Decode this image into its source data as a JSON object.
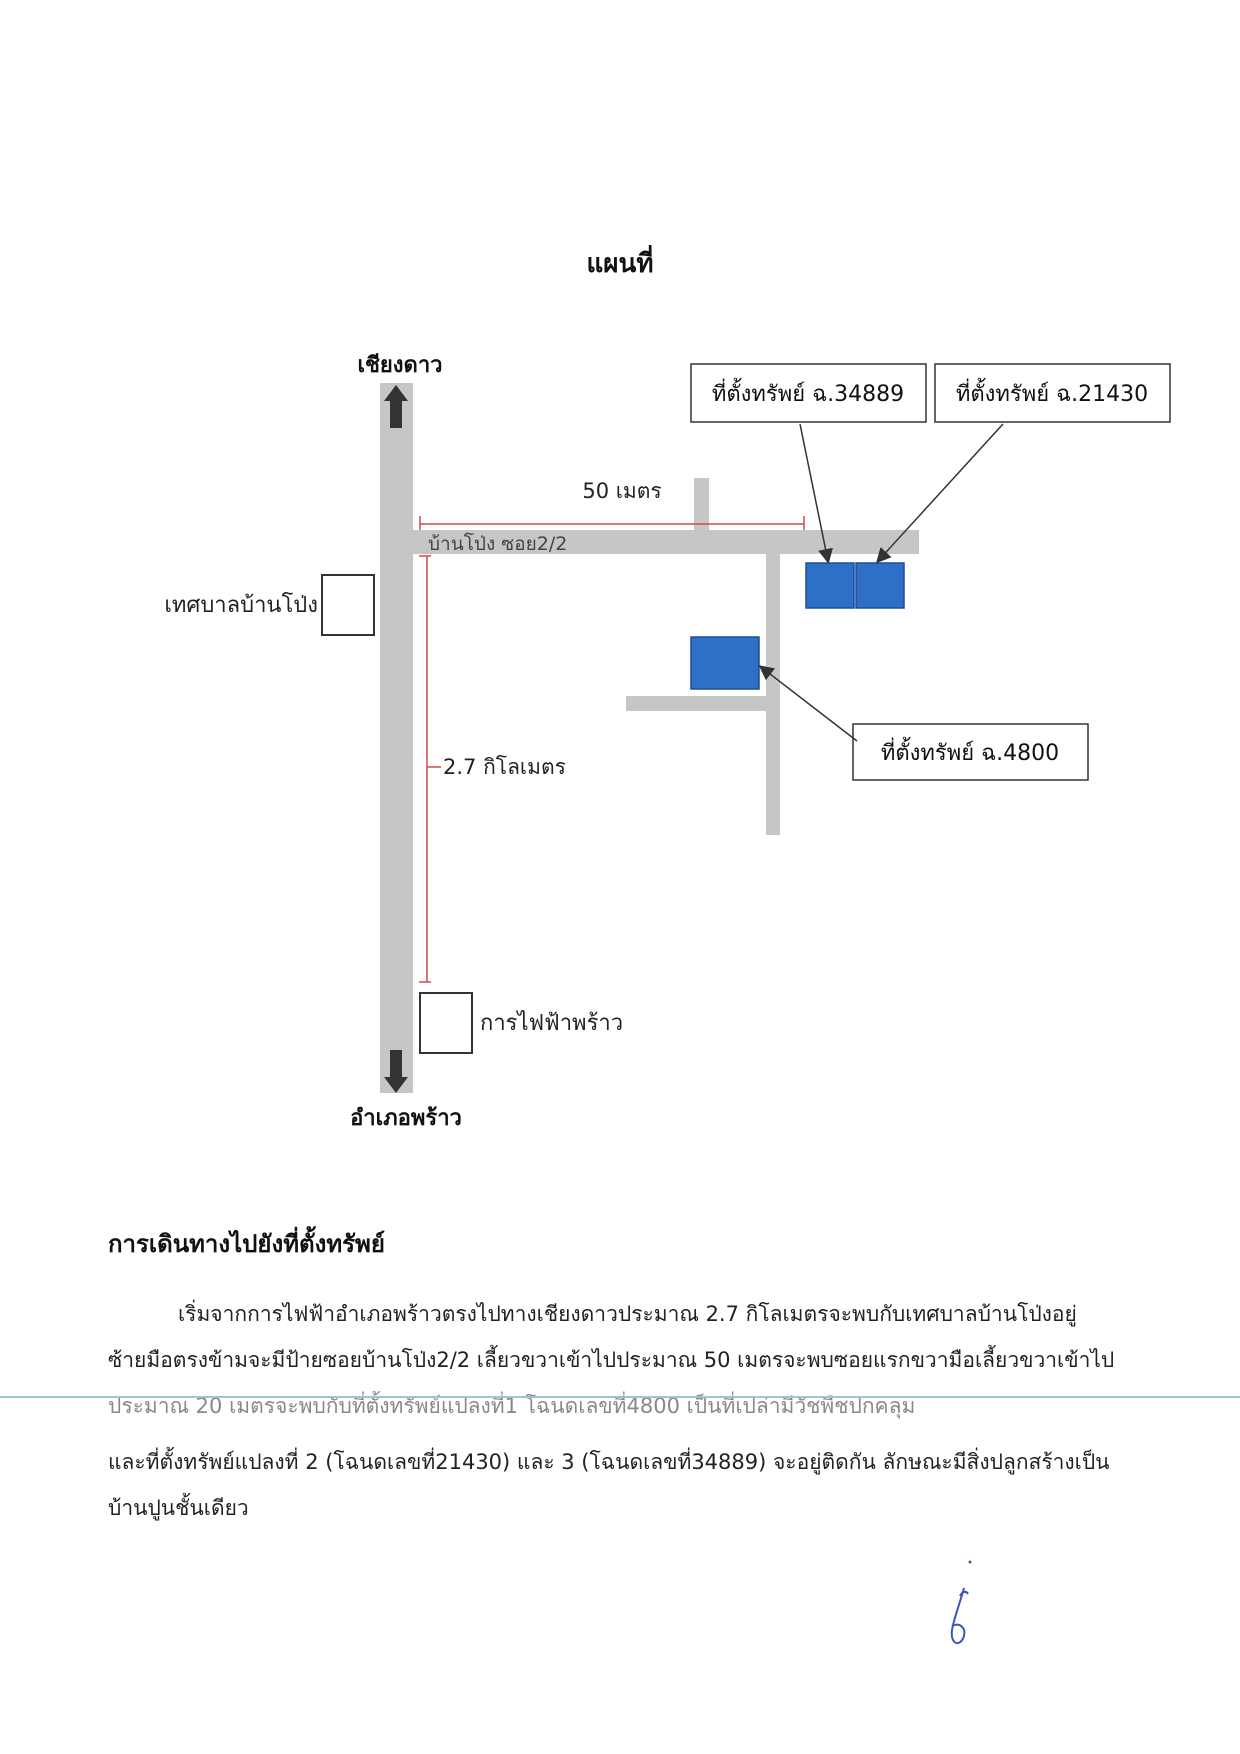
{
  "map": {
    "title": "แผนที่",
    "north_label": "เชียงดาว",
    "south_label": "อำเภอพร้าว",
    "soi_label": "บ้านโป่ง ซอย2/2",
    "distance_soi": "50 เมตร",
    "distance_main": "2.7 กิโลเมตร",
    "landmark_municipality": "เทศบาลบ้านโป่ง",
    "landmark_electric": "การไฟฟ้าพร้าว",
    "callouts": [
      "ที่ตั้งทรัพย์ ฉ.34889",
      "ที่ตั้งทรัพย์ ฉ.21430",
      "ที่ตั้งทรัพย์ ฉ.4800"
    ],
    "colors": {
      "road": "#c6c6c6",
      "parcel": "#2e6fc7",
      "dimension": "#d04a4a",
      "arrow": "#333333"
    },
    "icons": [
      "arrow-up-icon",
      "arrow-down-icon"
    ]
  },
  "route": {
    "heading": "การเดินทางไปยังที่ตั้งทรัพย์",
    "line1": "เริ่มจากการไฟฟ้าอำเภอพร้าวตรงไปทางเชียงดาวประมาณ 2.7 กิโลเมตรจะพบกับเทศบาลบ้านโป่งอยู่",
    "line2": "ซ้ายมือตรงข้ามจะมีป้ายซอยบ้านโป่ง2/2 เลี้ยวขวาเข้าไปประมาณ 50 เมตรจะพบซอยแรกขวามือเลี้ยวขวาเข้าไป",
    "line3": "ประมาณ 20 เมตรจะพบกับที่ตั้งทรัพย์แปลงที่1 โฉนดเลขที่4800 เป็นที่เปล่ามีวัชพืชปกคลุม",
    "line4": "และที่ตั้งทรัพย์แปลงที่ 2 (โฉนดเลขที่21430) และ 3 (โฉนดเลขที่34889) จะอยู่ติดกัน ลักษณะมีสิ่งปลูกสร้างเป็น",
    "line5": "บ้านปูนชั้นเดียว"
  }
}
